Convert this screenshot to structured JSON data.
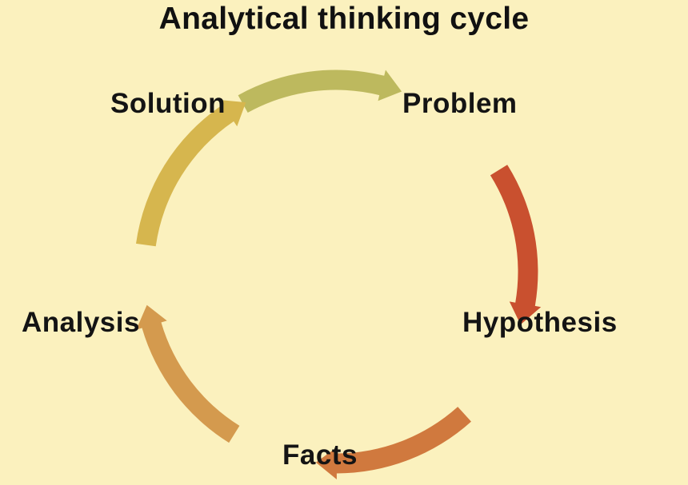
{
  "title": "Analytical thinking cycle",
  "nodes": [
    {
      "id": "solution",
      "label": "Solution"
    },
    {
      "id": "problem",
      "label": "Problem"
    },
    {
      "id": "hypothesis",
      "label": "Hypothesis"
    },
    {
      "id": "facts",
      "label": "Facts"
    },
    {
      "id": "analysis",
      "label": "Analysis"
    }
  ],
  "arrows": [
    {
      "from": "solution",
      "to": "problem",
      "color": "#bdb95e"
    },
    {
      "from": "problem",
      "to": "hypothesis",
      "color": "#c9502f"
    },
    {
      "from": "hypothesis",
      "to": "facts",
      "color": "#d0793e"
    },
    {
      "from": "facts",
      "to": "analysis",
      "color": "#d49a4e"
    },
    {
      "from": "analysis",
      "to": "solution",
      "color": "#d6b64e"
    }
  ],
  "colors": {
    "background": "#fbf1be",
    "text": "#141414"
  }
}
